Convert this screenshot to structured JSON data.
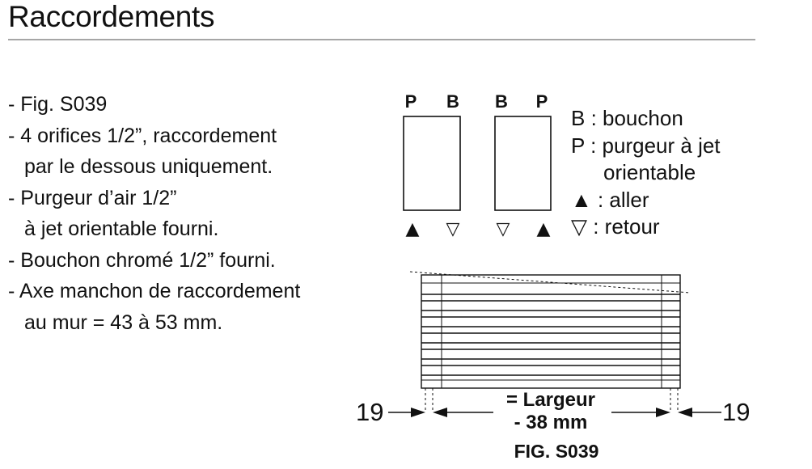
{
  "header": {
    "title": "Raccordements"
  },
  "bullets": [
    "- Fig. S039",
    "- 4 orifices 1/2”, raccordement",
    "  par le dessous uniquement.",
    "- Purgeur d’air 1/2”",
    "  à jet orientable fourni.",
    "- Bouchon chromé 1/2” fourni.",
    "- Axe manchon de raccordement",
    "  au mur = 43 à 53 mm."
  ],
  "figure": {
    "top_labels": [
      "P",
      "B",
      "B",
      "P"
    ],
    "bottom_symbols": [
      "▲",
      "▽",
      "▽",
      "▲"
    ],
    "legend": [
      "B : bouchon",
      "P : purgeur à jet",
      "      orientable",
      "▲ : aller",
      "▽ : retour"
    ],
    "dim_left": "19",
    "dim_right": "19",
    "width_label_line1": "= Largeur",
    "width_label_line2": "- 38 mm",
    "caption": "FIG. S039"
  }
}
